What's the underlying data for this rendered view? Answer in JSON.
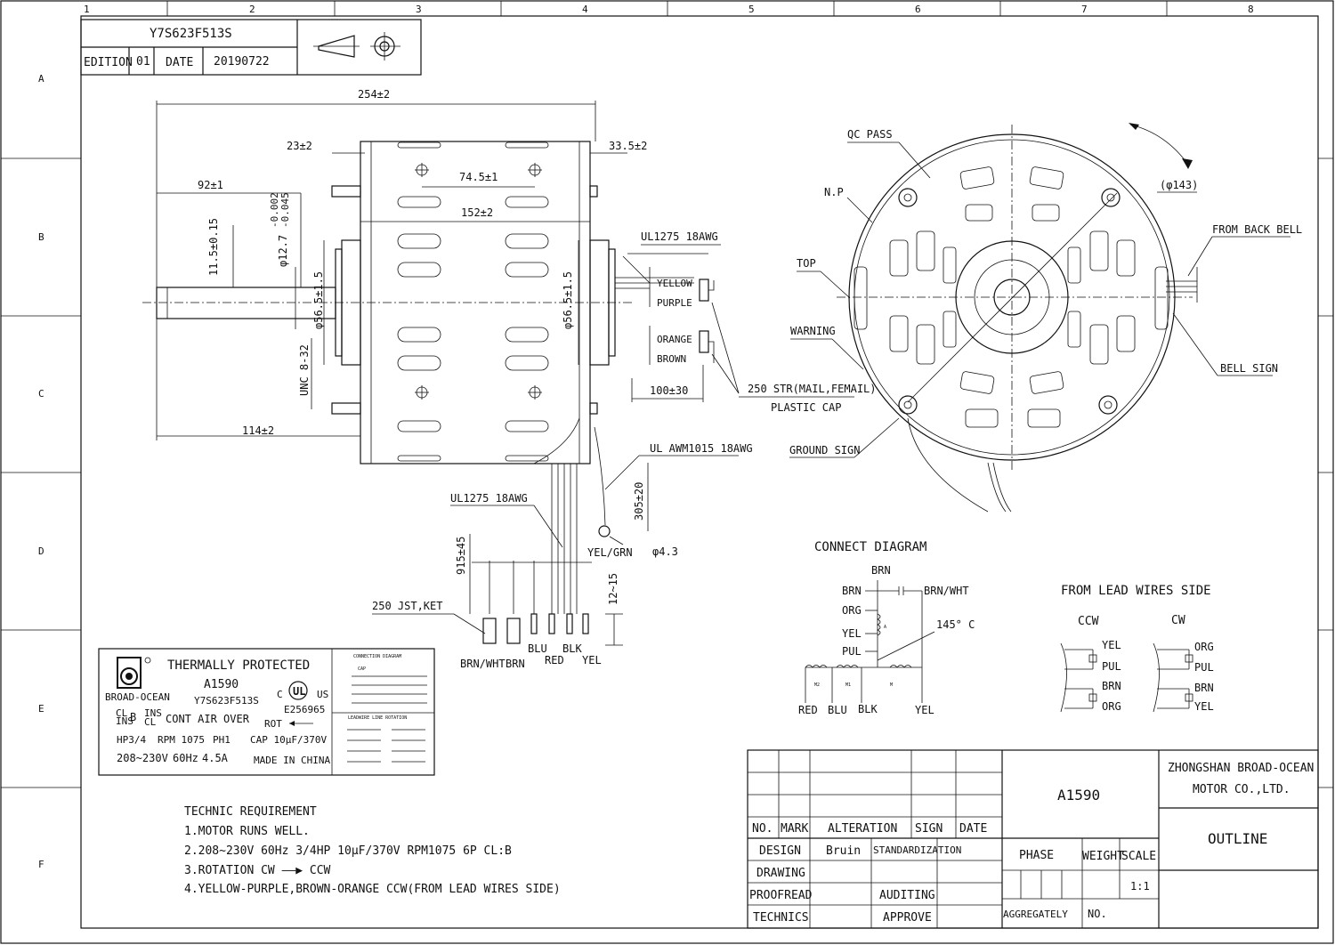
{
  "border": {
    "columns": [
      "1",
      "2",
      "3",
      "4",
      "5",
      "6",
      "7",
      "8"
    ],
    "rows": [
      "A",
      "B",
      "C",
      "D",
      "E",
      "F"
    ]
  },
  "header": {
    "part_no": "Y7S623F513S",
    "edition_label": "EDITION",
    "edition": "01",
    "date_label": "DATE",
    "date": "20190722"
  },
  "side_view": {
    "dims": {
      "overall": "254±2",
      "d23": "23±2",
      "d335": "33.5±2",
      "d745": "74.5±1",
      "d152": "152±2",
      "d92": "92±1",
      "d115": "11.5±0.15",
      "shaft_dia": "φ12.7",
      "tol_upper": "-0.002",
      "tol_lower": "-0.045",
      "boss_left": "φ56.5±1.5",
      "boss_right": "φ56.5±1.5",
      "unc": "UNC 8-32",
      "d114": "114±2",
      "d915": "915±45",
      "d305": "305±20",
      "d1215": "12~15",
      "hole": "φ4.3",
      "d100": "100±30"
    },
    "labels": {
      "ul1275_top": "UL1275 18AWG",
      "yellow": "YELLOW",
      "purple": "PURPLE",
      "orange": "ORANGE",
      "brown": "BROWN",
      "str": "250 STR(MAIL,FEMAIL)",
      "cap": "PLASTIC CAP",
      "awm": "UL AWM1015 18AWG",
      "ul1275_bottom": "UL1275  18AWG",
      "yelgrn": "YEL/GRN",
      "jst": "250 JST,KET",
      "brnwht": "BRN/WHT",
      "brn": "BRN",
      "blu": "BLU",
      "red": "RED",
      "blk": "BLK",
      "yel": "YEL"
    }
  },
  "end_view": {
    "qc": "QC PASS",
    "np": "N.P",
    "dia": "(φ143)",
    "from_back": "FROM BACK BELL",
    "top": "TOP",
    "warning": "WARNING",
    "bell": "BELL SIGN",
    "ground": "GROUND SIGN"
  },
  "connect": {
    "title": "CONNECT DIAGRAM",
    "brn_top": "BRN",
    "brn": "BRN",
    "brnwht": "BRN/WHT",
    "org": "ORG",
    "yel": "YEL",
    "a": "A",
    "pul": "PUL",
    "temp": "145° C",
    "m2": "M2",
    "m1": "M1",
    "m": "M",
    "red": "RED",
    "blu": "BLU",
    "blk": "BLK",
    "yel_b": "YEL"
  },
  "lead": {
    "title": "FROM LEAD WIRES SIDE",
    "ccw": "CCW",
    "cw": "CW",
    "ccw_wires": [
      "YEL",
      "PUL",
      "BRN",
      "ORG"
    ],
    "cw_wires": [
      "ORG",
      "PUL",
      "BRN",
      "YEL"
    ]
  },
  "label_plate": {
    "brand": "BROAD-OCEAN",
    "thermal": "THERMALLY PROTECTED",
    "model": "A1590",
    "part": "Y7S623F513S",
    "ul_c": "C",
    "ul_us": "US",
    "file": "E256965",
    "cl": "CL",
    "ins": "INS",
    "b": "B",
    "ins2": "INS",
    "cl2": "CL",
    "cont": "CONT AIR OVER",
    "rot": "ROT",
    "hp": "HP3/4",
    "rpm": "RPM 1075",
    "ph": "PH1",
    "capv": "CAP 10μF/370V",
    "volt": "208~230V",
    "hz": "60Hz",
    "amp": "4.5A",
    "made": "MADE IN CHINA",
    "conn_title": "CONNECTION DIAGRAM",
    "leadwire": "LEADWIRE LINE ROTATION",
    "cap_small": "CAP"
  },
  "tech": {
    "title": "TECHNIC REQUIREMENT",
    "items": [
      "1.MOTOR RUNS WELL.",
      "2.208~230V  60Hz  3/4HP  10μF/370V  RPM1075  6P  CL:B",
      "3.ROTATION  CW ——▶ CCW",
      "4.YELLOW-PURPLE,BROWN-ORANGE  CCW(FROM LEAD WIRES SIDE)"
    ]
  },
  "title_block": {
    "no": "NO.",
    "mark": "MARK",
    "alteration": "ALTERATION",
    "sign": "SIGN",
    "date": "DATE",
    "design": "DESIGN",
    "design_name": "Bruin",
    "standard": "STANDARDIZATION",
    "drawing": "DRAWING",
    "proofread": "PROOFREAD",
    "auditing": "AUDITING",
    "technics": "TECHNICS",
    "approve": "APPROVE",
    "model": "A1590",
    "phase": "PHASE",
    "weight": "WEIGHT",
    "scale": "SCALE",
    "scale_val": "1:1",
    "aggregately": "AGGREGATELY",
    "no2": "NO.",
    "company1": "ZHONGSHAN BROAD-OCEAN",
    "company2": "MOTOR CO.,LTD.",
    "outline": "OUTLINE"
  }
}
